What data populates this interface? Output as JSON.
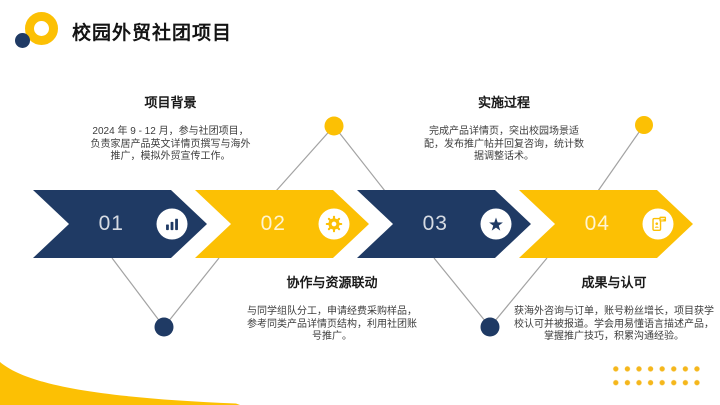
{
  "slide": {
    "title": "校园外贸社团项目"
  },
  "steps": [
    {
      "number": "01",
      "icon": "bar-chart-icon",
      "arrow_color": "#1F3A64",
      "title": "项目背景",
      "body": "2024 年 9 - 12 月，参与社团项目，负责家居产品英文详情页撰写与海外推广，模拟外贸宣传工作。",
      "text_position": "top"
    },
    {
      "number": "02",
      "icon": "gear-icon",
      "arrow_color": "#FCC004",
      "title": "协作与资源联动",
      "body": "与同学组队分工，申请经费采购样品，参考同类产品详情页结构，利用社团账号推广。",
      "text_position": "bottom"
    },
    {
      "number": "03",
      "icon": "star-icon",
      "arrow_color": "#1F3A64",
      "title": "实施过程",
      "body": "完成产品详情页，突出校园场景适配，发布推广帖并回复咨询，统计数据调整话术。",
      "text_position": "top"
    },
    {
      "number": "04",
      "icon": "phone-chat-icon",
      "arrow_color": "#FCC004",
      "title": "成果与认可",
      "body": "获海外咨询与订单，账号粉丝增长，项目获学校认可并被报道。学会用易懂语言描述产品，掌握推广技巧，积累沟通经验。",
      "text_position": "bottom"
    }
  ],
  "colors": {
    "navy": "#1F3A64",
    "yellow": "#FCC004",
    "dot_yellow": "#F5B71C",
    "connector_gray": "#A3A3A3",
    "title_text": "#141414",
    "body_text": "#3D3D3D"
  }
}
